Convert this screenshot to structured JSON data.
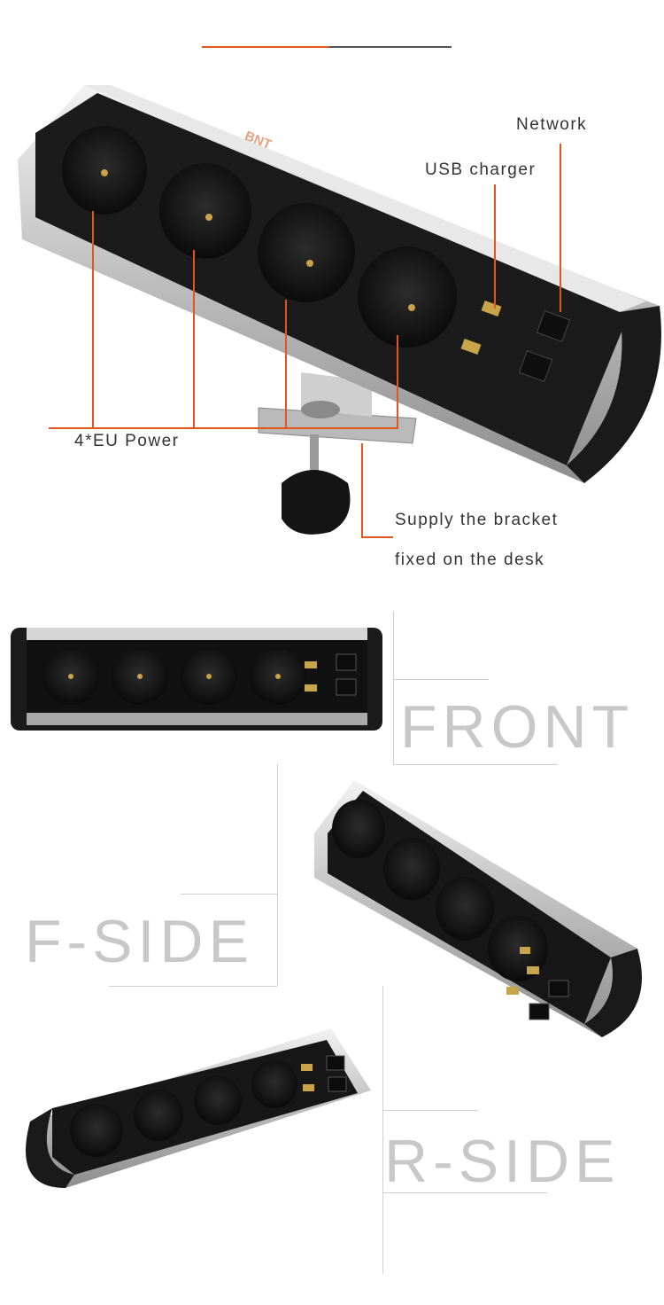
{
  "brand_mark": "BNT",
  "callouts": {
    "network": "Network",
    "usb": "USB charger",
    "power": "4*EU Power",
    "bracket_line1": "Supply the bracket",
    "bracket_line2": "fixed on the desk"
  },
  "views": {
    "front": "FRONT",
    "f_side": "F-SIDE",
    "r_side": "R-SIDE"
  },
  "colors": {
    "accent": "#e0571e",
    "label_gray": "#c8c8c8",
    "body_silver": "#c9c9c9",
    "body_dark": "#1e1e1e"
  }
}
